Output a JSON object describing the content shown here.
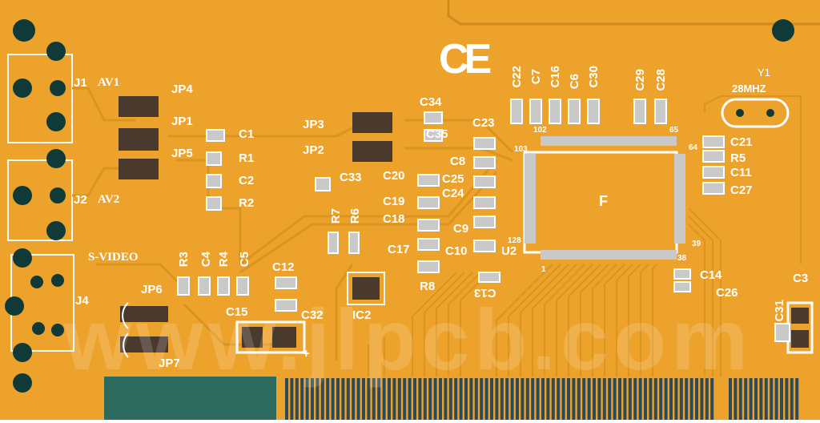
{
  "board": {
    "colors": {
      "board": "#eda22c",
      "board_edge": "#d38a1c",
      "trace": "#d9951f",
      "pad": "#c9c9c9",
      "silk": "#ffffff",
      "hole": "#0f3a37",
      "finger": "#2f4b5a",
      "background": "#2d6b5e"
    },
    "ce_mark": "CE",
    "watermark": "www.jlpcb.com",
    "chip_label": "F",
    "labels": {
      "j1": "J1",
      "av1": "AV1",
      "jp4": "JP4",
      "jp1": "JP1",
      "jp5": "JP5",
      "j2": "J2",
      "av2": "AV2",
      "svideo": "S-VIDEO",
      "j4": "J4",
      "jp6": "JP6",
      "jp7": "JP7",
      "c1": "C1",
      "r1": "R1",
      "c2": "C2",
      "r2": "R2",
      "r3": "R3",
      "c4": "C4",
      "r4": "R4",
      "c5": "C5",
      "c15": "C15",
      "c32": "C32",
      "c12": "C12",
      "ic2": "IC2",
      "jp3": "JP3",
      "jp2": "JP2",
      "c33": "C33",
      "c20": "C20",
      "c34": "C34",
      "c35": "C35",
      "c8": "C8",
      "c23": "C23",
      "c25": "C25",
      "c24": "C24",
      "c19": "C19",
      "c18": "C18",
      "r7": "R7",
      "r6": "R6",
      "c17": "C17",
      "c9": "C9",
      "c10": "C10",
      "r8": "R8",
      "c13": "C13",
      "u2": "U2",
      "c22": "C22",
      "c7": "C7",
      "c16": "C16",
      "c6": "C6",
      "c30": "C30",
      "c29": "C29",
      "c28": "C28",
      "y1": "Y1",
      "freq": "28MHZ",
      "c21": "C21",
      "r5": "R5",
      "c11": "C11",
      "c27": "C27",
      "c14": "C14",
      "c26": "C26",
      "c3": "C3",
      "c31": "C31",
      "pin102": "102",
      "pin103": "103",
      "pin65": "65",
      "pin64": "64",
      "pin128": "128",
      "pin1": "1",
      "pin39": "39",
      "pin38": "38",
      "plus": "+"
    }
  }
}
